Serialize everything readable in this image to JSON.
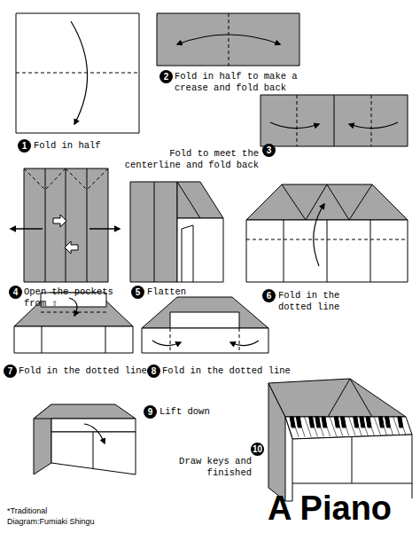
{
  "diagram": {
    "title": "A Piano",
    "labels": [
      "1",
      "Fold in half",
      "2",
      "Fold in half to make a crease and fold back",
      "3",
      "Fold to meet the centerline and fold back",
      "4",
      "Open the pockets from ⇧",
      "5",
      "Flatten",
      "6",
      "Fold in the dotted line",
      "7",
      "Fold in the dotted line",
      "8",
      "Fold in the dotted line",
      "9",
      "Lift down",
      "10",
      "Draw keys and finished",
      "*Traditional",
      "Diagram:Fumiaki Shingu"
    ]
  }
}
